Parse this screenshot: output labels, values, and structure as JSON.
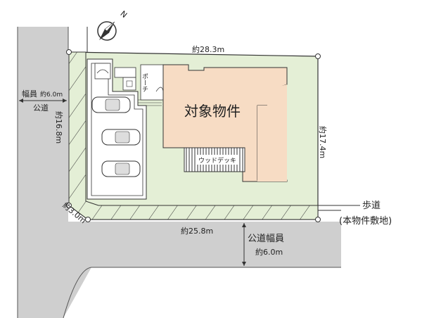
{
  "compass": {
    "label": "N"
  },
  "plot": {
    "dim_top": "約28.3m",
    "dim_right": "約17.4m",
    "dim_left": "約16.8m",
    "dim_bottom": "約25.8m",
    "dim_corner": "約3.0m"
  },
  "building": {
    "label": "対象物件"
  },
  "porch": {
    "label": "ポーチ"
  },
  "deck": {
    "label": "ウッドデッキ"
  },
  "road_left": {
    "width_label": "幅員",
    "width_value": "約6.0m",
    "name": "公道"
  },
  "road_bottom": {
    "name": "公道幅員",
    "width_value": "約6.0m"
  },
  "sidewalk": {
    "label": "歩道",
    "note": "(本物件敷地)"
  },
  "colors": {
    "lawn": "#e4efd6",
    "building": "#f7dcc4",
    "road": "#cfcfcf",
    "line": "#333333"
  }
}
